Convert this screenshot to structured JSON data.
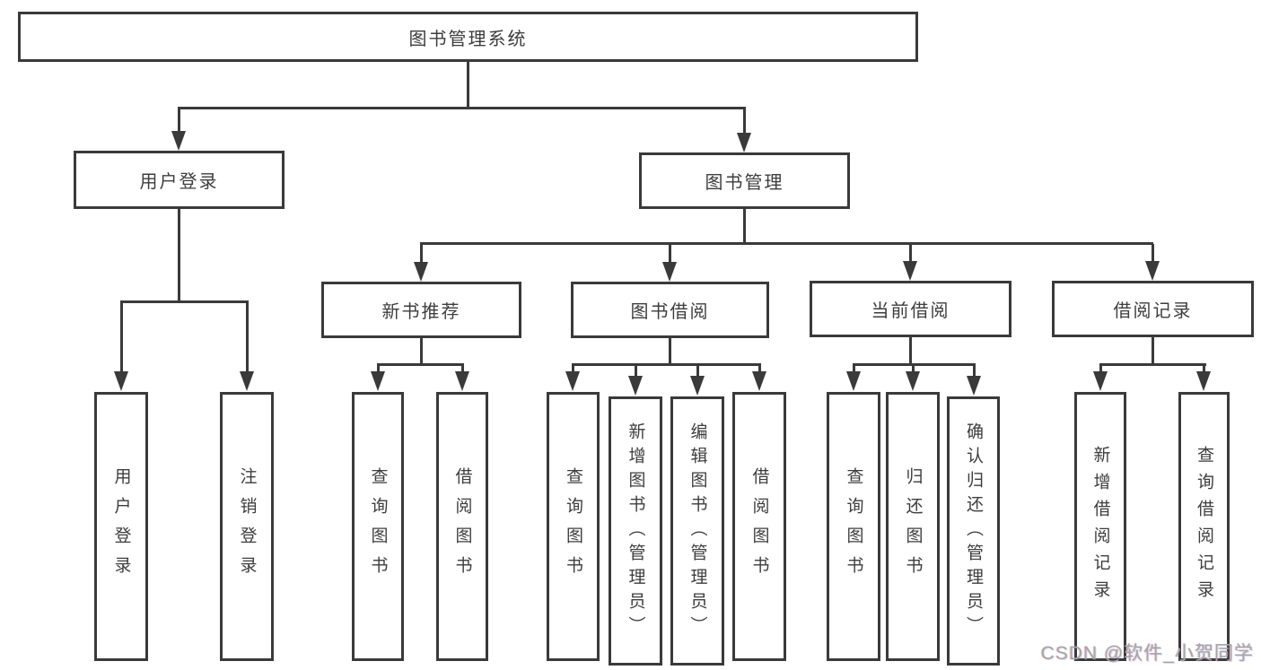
{
  "diagram": {
    "root": {
      "label": "图书管理系统"
    },
    "level2": [
      {
        "label": "用户登录"
      },
      {
        "label": "图书管理"
      }
    ],
    "level3": [
      {
        "label": "新书推荐"
      },
      {
        "label": "图书借阅"
      },
      {
        "label": "当前借阅"
      },
      {
        "label": "借阅记录"
      }
    ],
    "leaves": {
      "user_login": [
        "用户登录",
        "注销登录"
      ],
      "new_books": [
        "查询图书",
        "借阅图书"
      ],
      "book_borrow": [
        "查询图书",
        "新增图书（管理员）",
        "编辑图书（管理员）",
        "借阅图书"
      ],
      "current_borrow": [
        "查询图书",
        "归还图书",
        "确认归还（管理员）"
      ],
      "borrow_records": [
        "新增借阅记录",
        "查询借阅记录"
      ]
    }
  },
  "watermark": {
    "text": "CSDN @软件_小贺同学"
  },
  "colors": {
    "line": "#3a3a3a",
    "text": "#3d3d3d",
    "watermark": "#a6a6a6",
    "background": "#ffffff"
  }
}
